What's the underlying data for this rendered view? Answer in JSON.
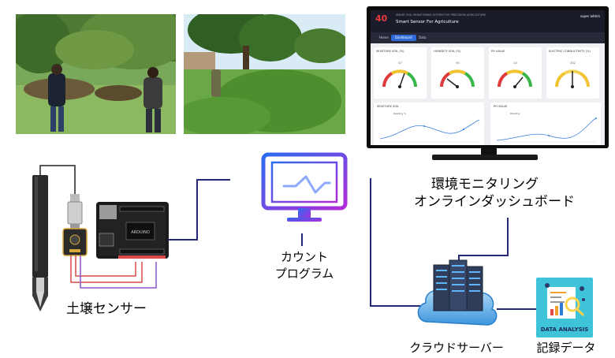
{
  "labels": {
    "dashboard_caption_line1": "環境モニタリング",
    "dashboard_caption_line2": "オンラインダッシュボード",
    "program_caption_line1": "カウント",
    "program_caption_line2": "プログラム",
    "sensor_caption": "土壌センサー",
    "cloud_caption": "クラウドサーバー",
    "data_caption": "記録データ",
    "data_icon_text": "DATA ANALYSIS"
  },
  "dashboard": {
    "logo_text": "40",
    "header_title": "Smart Sensor For Agriculture",
    "header_subtitle": "SMART SOIL MONITORING SYSTEM FOR PRECISION AGRICULTURE",
    "user_text": "super admin",
    "tabs": [
      "Home",
      "Dashboard",
      "Data"
    ],
    "active_tab": 1,
    "gauges": [
      {
        "label": "MOISTURE SOIL (%)",
        "value": "47"
      },
      {
        "label": "HUMIDITY SOIL (%)",
        "value": "55"
      },
      {
        "label": "PH VALUE",
        "value": "10"
      },
      {
        "label": "ELECTRIC CONDUCTIVITY (%)",
        "value": "332"
      }
    ],
    "charts": [
      {
        "label": "MOISTURE SOIL",
        "legend": "Reading %"
      },
      {
        "label": "PH VALUE",
        "legend": "Reading"
      }
    ]
  },
  "colors": {
    "line_navy": "#23277a",
    "program_purple": "#8a2be2",
    "program_blue": "#2b6cf0",
    "wire_red": "#d94a4a",
    "wire_purple": "#8855d0",
    "cloud_blue": "#4aa6e8",
    "arduino_blue": "#1a5c9a"
  }
}
